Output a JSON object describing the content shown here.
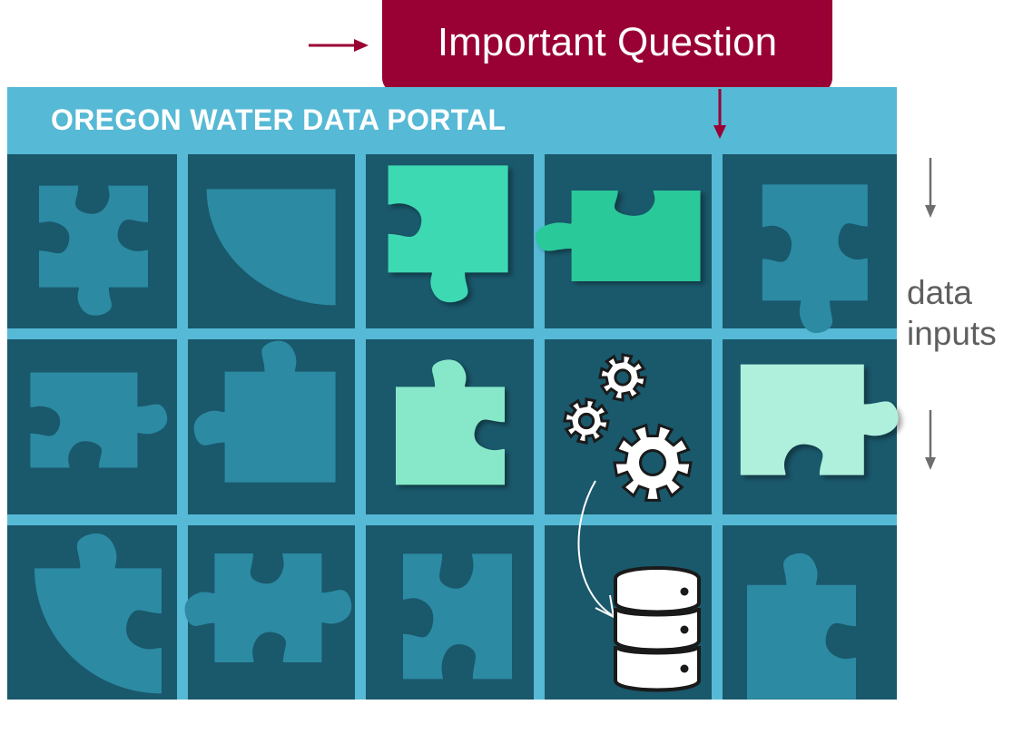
{
  "question": {
    "label": "Important Question"
  },
  "portal": {
    "title": "OREGON WATER DATA PORTAL"
  },
  "side": {
    "line1": "data",
    "line2": "inputs"
  },
  "colors": {
    "crimson": "#990033",
    "frame": "#56b9d5",
    "cell": "#1a586b",
    "piece_dim": "#2c8aa3",
    "piece_bright": "#3dd9b3",
    "piece_green": "#2ac99a",
    "piece_mint": "#86e8c8",
    "piece_pale": "#aef0dc",
    "side_text": "#5f5f5f"
  },
  "pieces": [
    {
      "id": "r1c1",
      "color": "piece_dim"
    },
    {
      "id": "r1c2",
      "color": "piece_dim"
    },
    {
      "id": "r1c3",
      "color": "piece_bright"
    },
    {
      "id": "r1c4",
      "color": "piece_green"
    },
    {
      "id": "r1c5",
      "color": "piece_dim"
    },
    {
      "id": "r2c1",
      "color": "piece_dim"
    },
    {
      "id": "r2c2",
      "color": "piece_dim"
    },
    {
      "id": "r2c3",
      "color": "piece_mint"
    },
    {
      "id": "r2c5",
      "color": "piece_pale"
    },
    {
      "id": "r3c1",
      "color": "piece_dim"
    },
    {
      "id": "r3c2",
      "color": "piece_dim"
    },
    {
      "id": "r3c3",
      "color": "piece_dim"
    },
    {
      "id": "r3c5",
      "color": "piece_dim"
    }
  ],
  "icons": {
    "gears": "gears-icon",
    "database": "database-icon"
  }
}
